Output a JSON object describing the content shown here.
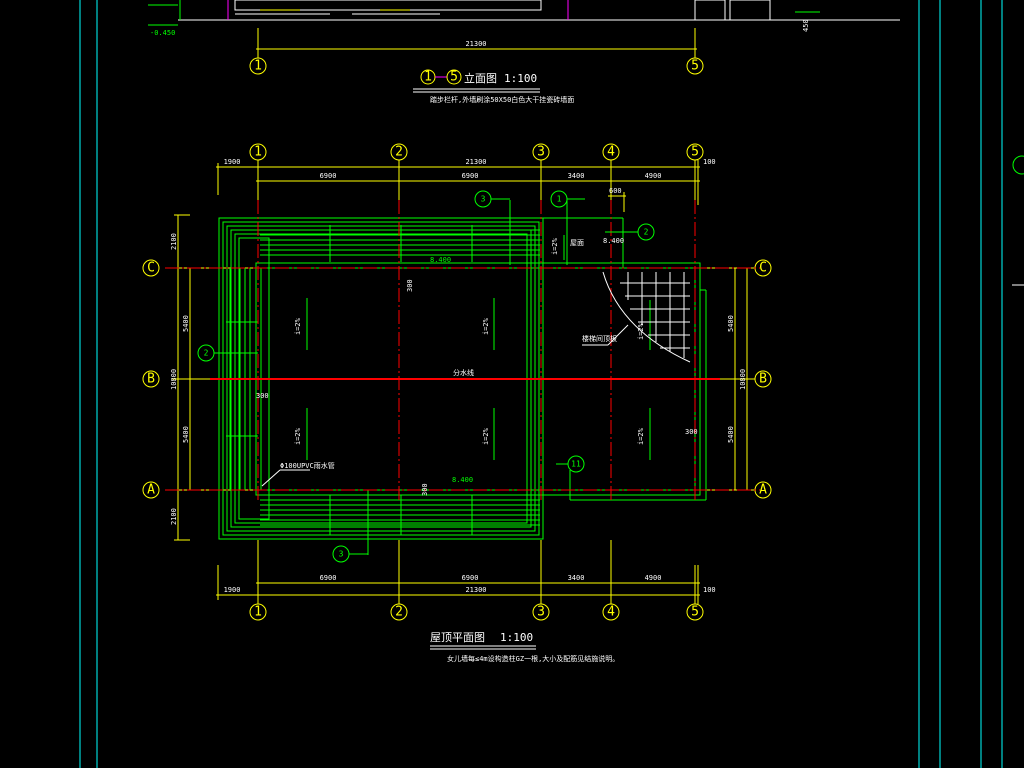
{
  "elevation": {
    "title_axes": [
      "1",
      "5"
    ],
    "title": "立面图",
    "scale": "1:100",
    "note": "踏步栏杆,外墙刷涂50X50白色大干挂瓷砖墙面",
    "level": "-0.450",
    "height_dim": "450",
    "total_dim": "21300",
    "axes": [
      "1",
      "5"
    ]
  },
  "roof_plan": {
    "title": "屋顶平面图",
    "scale": "1:100",
    "note": "女儿墙每≤4m设构造柱GZ一根,大小及配筋见结施说明。",
    "col_axes": [
      "1",
      "2",
      "3",
      "4",
      "5"
    ],
    "row_axes": [
      "C",
      "B",
      "A"
    ],
    "top_dims": {
      "left": "1900",
      "total": "21300",
      "right": "100",
      "spans": [
        "6900",
        "6900",
        "3400",
        "4900"
      ],
      "small": "600"
    },
    "bottom_dims": {
      "left": "1900",
      "total": "21300",
      "right": "100",
      "spans": [
        "6900",
        "6900",
        "3400",
        "4900"
      ]
    },
    "side_dims": {
      "top": "2100",
      "spans": [
        "5400",
        "5400"
      ],
      "total": "10800",
      "bottom": "2100"
    },
    "slopes": [
      "i=2%",
      "i=2%",
      "i=2%",
      "i=2%",
      "i=2%",
      "i=2%"
    ],
    "ridge_label": "分水线",
    "levels": [
      "8.400",
      "8.400",
      "8.400"
    ],
    "stair_label": "屋面",
    "hatch_label": "楼梯间顶板",
    "drain_label": "Φ100UPVC雨水管",
    "small_dims": [
      "300",
      "300",
      "300",
      "300"
    ],
    "detail_refs": [
      "3",
      "1",
      "2",
      "2",
      "11"
    ]
  },
  "colors": {
    "background": "#000000",
    "axis": "#ffff00",
    "wall": "#00ff00",
    "text": "#ffffff",
    "centerline": "#ff0000",
    "frame": "#00ffff"
  }
}
